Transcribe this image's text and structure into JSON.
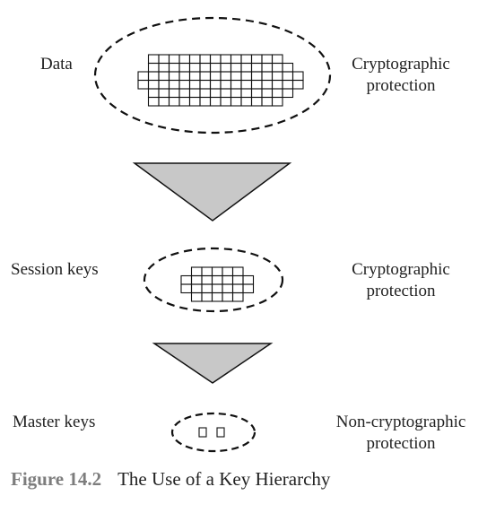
{
  "levels": [
    {
      "name": "data",
      "left_label": "Data",
      "right_label": [
        "Cryptographic",
        "protection"
      ]
    },
    {
      "name": "session",
      "left_label": "Session keys",
      "right_label": [
        "Cryptographic",
        "protection"
      ]
    },
    {
      "name": "master",
      "left_label": "Master keys",
      "right_label": [
        "Non-cryptographic",
        "protection"
      ]
    }
  ],
  "caption": {
    "figure_number": "Figure 14.2",
    "title": "The Use of a Key Hierarchy"
  },
  "colors": {
    "arrow_fill": "#c8c8c8",
    "stroke": "#111111",
    "caption_number": "#7d7d7d"
  }
}
